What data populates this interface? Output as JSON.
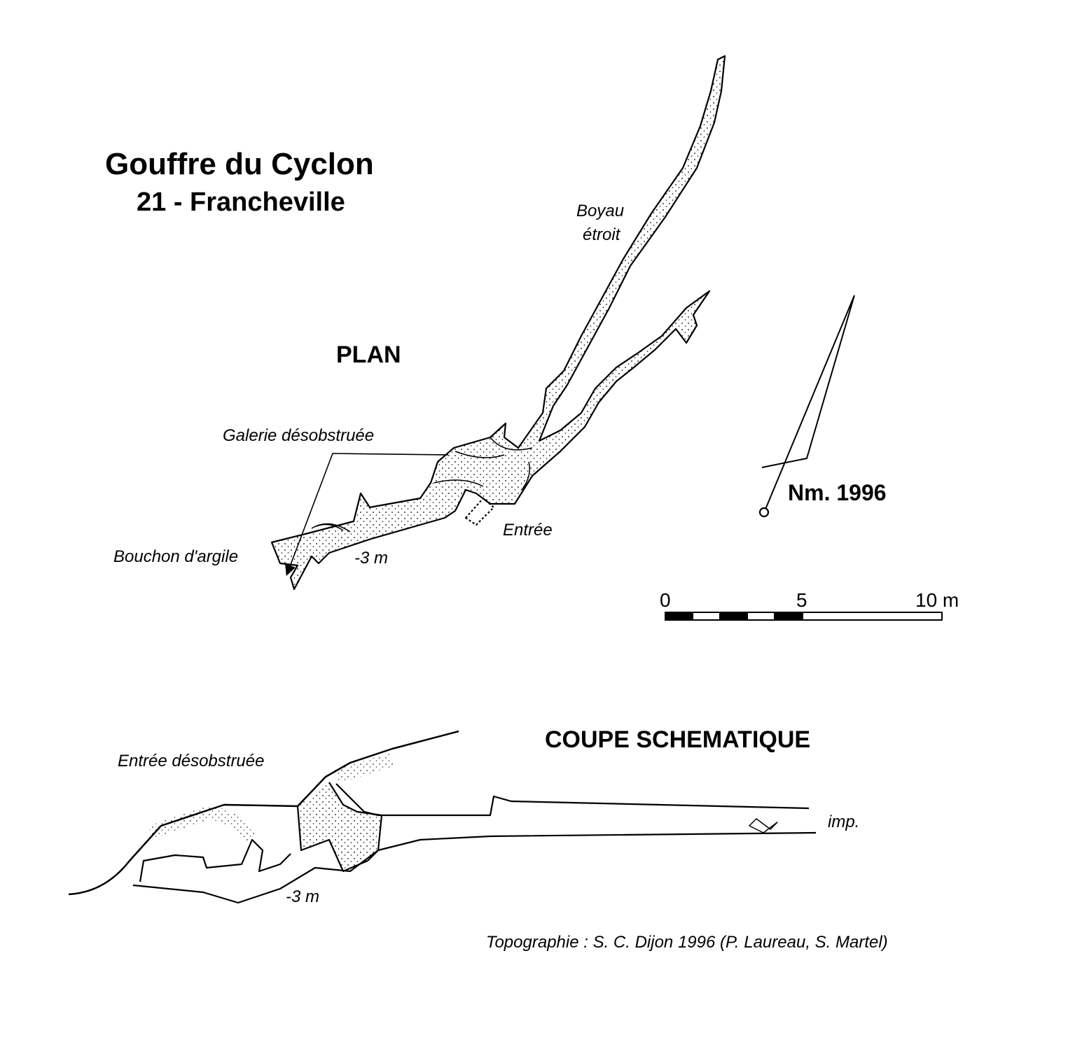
{
  "title": "Gouffre du Cyclon",
  "subtitle": "21 - Francheville",
  "plan": {
    "heading": "PLAN",
    "labels": {
      "boyau_line1": "Boyau",
      "boyau_line2": "étroit",
      "galerie": "Galerie désobstruée",
      "entree": "Entrée",
      "bouchon": "Bouchon d'argile",
      "depth": "-3 m"
    },
    "north": "Nm. 1996",
    "scale": {
      "ticks": [
        "0",
        "5",
        "10 m"
      ],
      "length_m": 10
    }
  },
  "section": {
    "heading": "COUPE SCHEMATIQUE",
    "labels": {
      "entree": "Entrée désobstruée",
      "imp": "imp.",
      "depth": "-3 m"
    }
  },
  "credit": "Topographie : S. C. Dijon 1996 (P. Laureau, S. Martel)",
  "colors": {
    "ink": "#000000",
    "paper": "#ffffff"
  }
}
